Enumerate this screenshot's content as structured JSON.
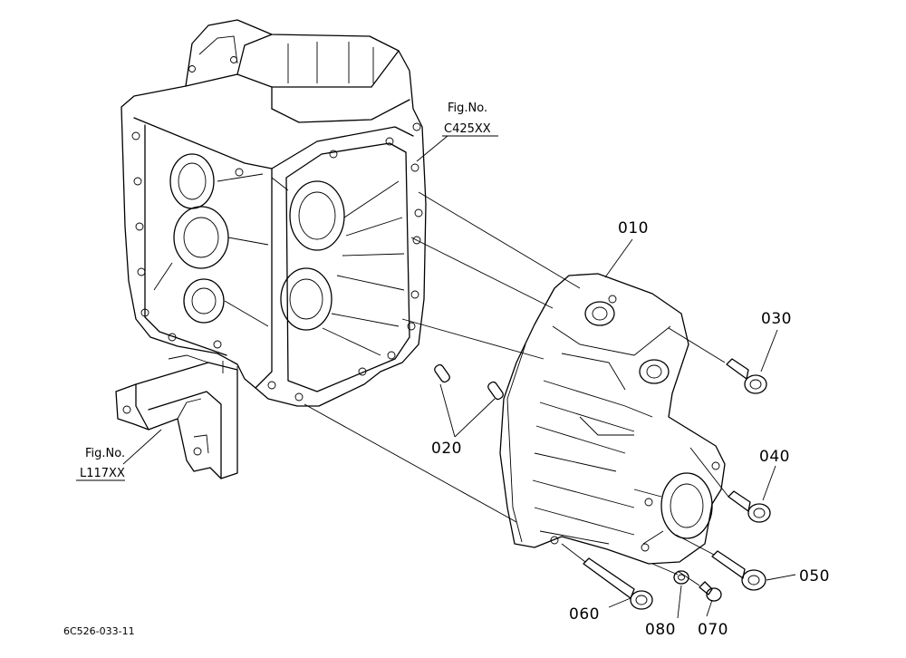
{
  "callouts": {
    "p010": "010",
    "p020": "020",
    "p030": "030",
    "p040": "040",
    "p050": "050",
    "p060": "060",
    "p070": "070",
    "p080": "080"
  },
  "figure_refs": {
    "upper": {
      "line1": "Fig.No.",
      "line2": "C425XX"
    },
    "lower": {
      "line1": "Fig.No.",
      "line2": "L117XX"
    }
  },
  "drawing_code": "6C526-033-11"
}
